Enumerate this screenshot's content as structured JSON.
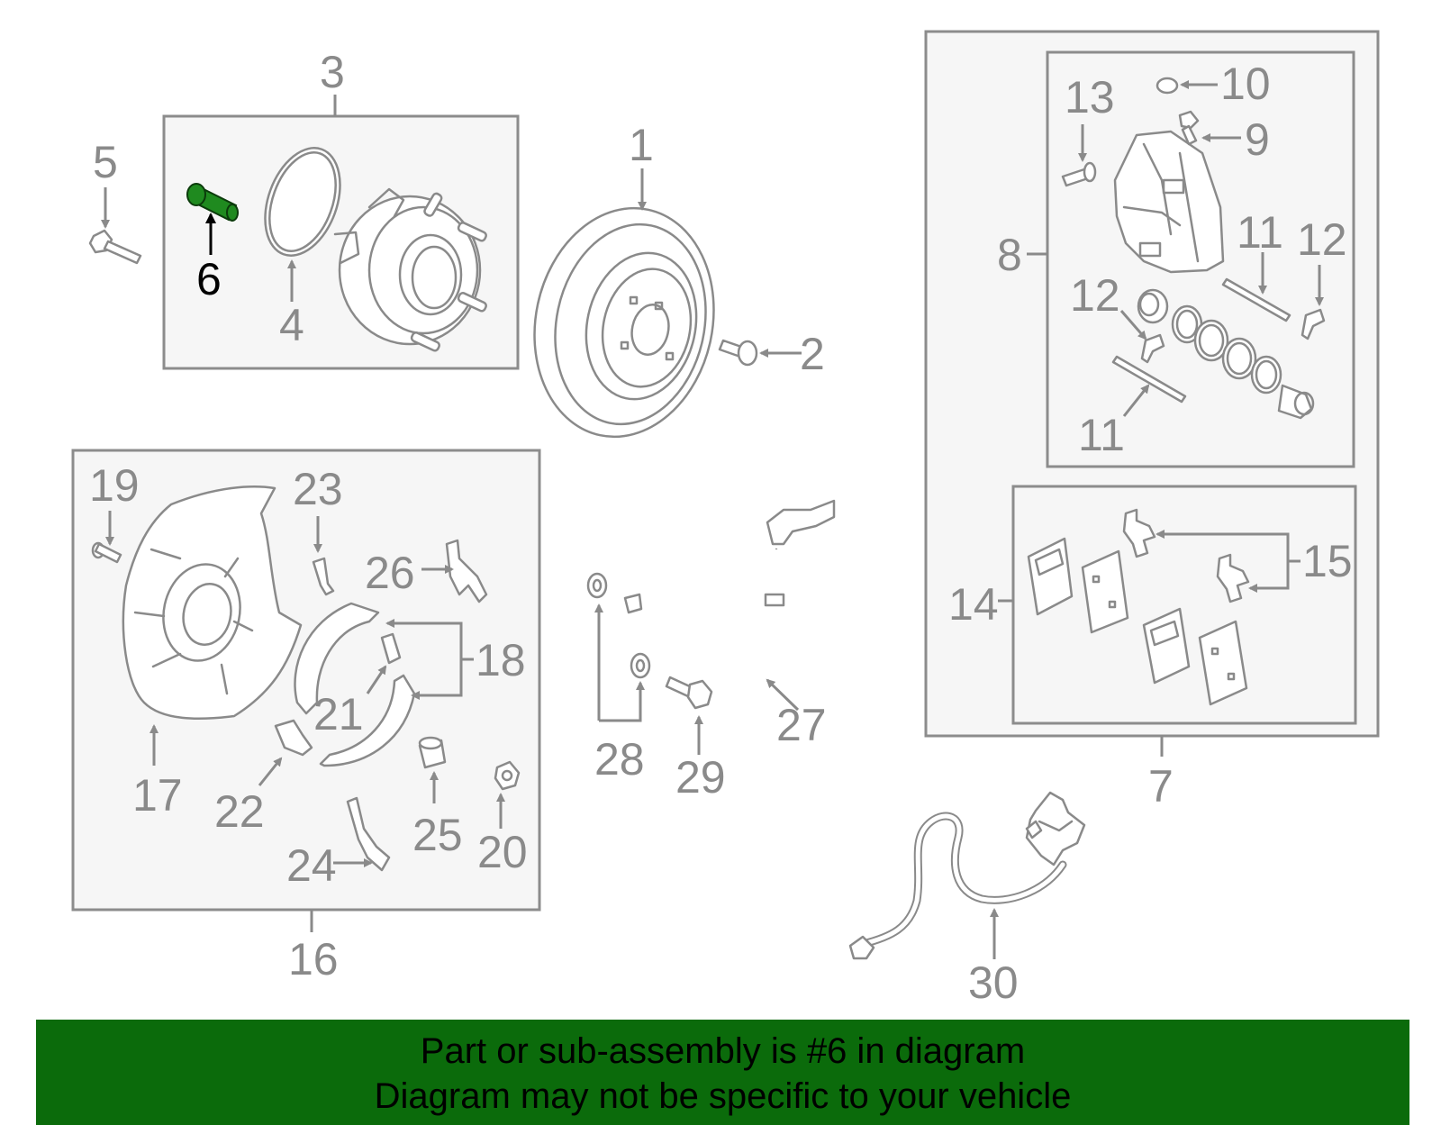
{
  "highlight_color": "#1f8a1f",
  "banner_color": "#0b6b0b",
  "labels": {
    "l1": "1",
    "l2": "2",
    "l3": "3",
    "l4": "4",
    "l5": "5",
    "l6": "6",
    "l7": "7",
    "l8": "8",
    "l9": "9",
    "l10": "10",
    "l11a": "11",
    "l11b": "11",
    "l12a": "12",
    "l12b": "12",
    "l13": "13",
    "l14": "14",
    "l15": "15",
    "l16": "16",
    "l17": "17",
    "l18": "18",
    "l19": "19",
    "l20": "20",
    "l21": "21",
    "l22": "22",
    "l23": "23",
    "l24": "24",
    "l25": "25",
    "l26": "26",
    "l27": "27",
    "l28": "28",
    "l29": "29",
    "l30": "30"
  },
  "banner": {
    "line1": "Part or sub-assembly is #6 in diagram",
    "line2": "Diagram may not be specific to your vehicle"
  }
}
